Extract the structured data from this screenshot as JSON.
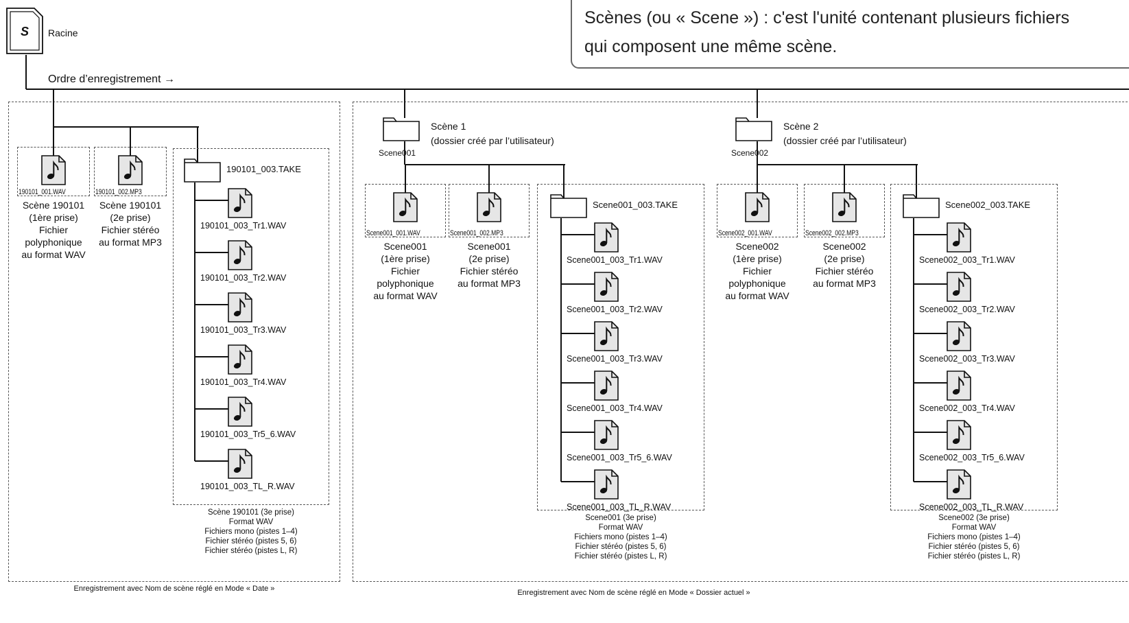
{
  "callout": {
    "line1": "Scènes (ou « Scene ») : c'est l'unité contenant plusieurs fichiers",
    "line2": "qui composent une même scène."
  },
  "root_label": "Racine",
  "order_label": "Ordre d’enregistrement →",
  "date_section": {
    "caption": "Enregistrement avec Nom de scène réglé en Mode « Date »",
    "files": [
      {
        "filename": "190101_001.WAV",
        "desc": "Scène 190101\n(1ère prise)\nFichier\npolyphonique\nau format WAV"
      },
      {
        "filename": "190101_002.MP3",
        "desc": "Scène 190101\n(2e prise)\nFichier stéréo\nau format MP3"
      }
    ],
    "take_folder": "190101_003.TAKE",
    "tracks": [
      "190101_003_Tr1.WAV",
      "190101_003_Tr2.WAV",
      "190101_003_Tr3.WAV",
      "190101_003_Tr4.WAV",
      "190101_003_Tr5_6.WAV",
      "190101_003_TL_R.WAV"
    ],
    "take_desc": "Scène 190101 (3e prise)\nFormat WAV\nFichiers mono (pistes 1–4)\nFichier stéréo (pistes 5, 6)\nFichier stéréo (pistes L, R)"
  },
  "folder_section": {
    "caption": "Enregistrement avec Nom de scène réglé en Mode « Dossier actuel »",
    "scenes": [
      {
        "folder": "Scene001",
        "title": "Scène 1",
        "note": "(dossier créé par l’utilisateur)",
        "files": [
          {
            "filename": "Scene001_001.WAV",
            "desc": "Scene001\n(1ère prise)\nFichier\npolyphonique\nau format WAV"
          },
          {
            "filename": "Scene001_002.MP3",
            "desc": "Scene001\n(2e prise)\nFichier stéréo\nau format MP3"
          }
        ],
        "take_folder": "Scene001_003.TAKE",
        "tracks": [
          "Scene001_003_Tr1.WAV",
          "Scene001_003_Tr2.WAV",
          "Scene001_003_Tr3.WAV",
          "Scene001_003_Tr4.WAV",
          "Scene001_003_Tr5_6.WAV",
          "Scene001_003_TL_R.WAV"
        ],
        "take_desc": "Scene001 (3e prise)\nFormat WAV\nFichiers mono (pistes 1–4)\nFichier stéréo (pistes 5, 6)\nFichier stéréo (pistes L, R)"
      },
      {
        "folder": "Scene002",
        "title": "Scène 2",
        "note": "(dossier créé par l’utilisateur)",
        "files": [
          {
            "filename": "Scene002_001.WAV",
            "desc": "Scene002\n(1ère prise)\nFichier\npolyphonique\nau format WAV"
          },
          {
            "filename": "Scene002_002.MP3",
            "desc": "Scene002\n(2e prise)\nFichier stéréo\nau format MP3"
          }
        ],
        "take_folder": "Scene002_003.TAKE",
        "tracks": [
          "Scene002_003_Tr1.WAV",
          "Scene002_003_Tr2.WAV",
          "Scene002_003_Tr3.WAV",
          "Scene002_003_Tr4.WAV",
          "Scene002_003_Tr5_6.WAV",
          "Scene002_003_TL_R.WAV"
        ],
        "take_desc": "Scene002 (3e prise)\nFormat WAV\nFichiers mono (pistes 1–4)\nFichier stéréo (pistes 5, 6)\nFichier stéréo (pistes L, R)"
      }
    ]
  },
  "colors": {
    "line": "#111111",
    "icon_fill": "#e6e6e6",
    "frame": "#555555"
  }
}
